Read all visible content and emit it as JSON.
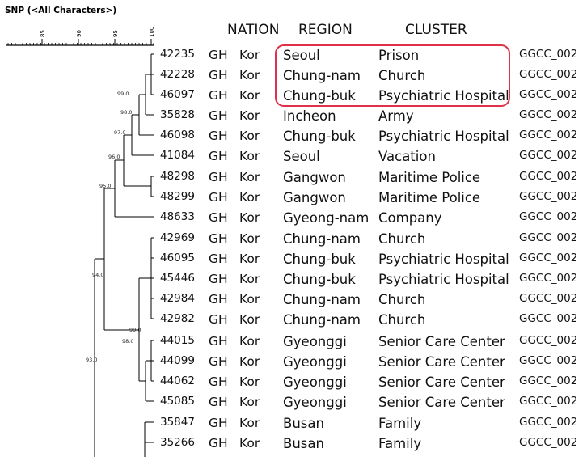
{
  "title": "SNP (<All Characters>)",
  "scale": {
    "ticks": [
      "85",
      "90",
      "95",
      "100"
    ]
  },
  "headers": {
    "nation": "NATION",
    "region": "REGION",
    "cluster": "CLUSTER"
  },
  "highlight_color": "#e0304a",
  "rows": [
    {
      "id": "42235",
      "nation": "GH",
      "country": "Kor",
      "region": "Seoul",
      "cluster": "Prison",
      "ggcc": "GGCC_002"
    },
    {
      "id": "42228",
      "nation": "GH",
      "country": "Kor",
      "region": "Chung-nam",
      "cluster": "Church",
      "ggcc": "GGCC_002"
    },
    {
      "id": "46097",
      "nation": "GH",
      "country": "Kor",
      "region": "Chung-buk",
      "cluster": "Psychiatric Hospital",
      "ggcc": "GGCC_002"
    },
    {
      "id": "35828",
      "nation": "GH",
      "country": "Kor",
      "region": "Incheon",
      "cluster": "Army",
      "ggcc": "GGCC_002"
    },
    {
      "id": "46098",
      "nation": "GH",
      "country": "Kor",
      "region": "Chung-buk",
      "cluster": "Psychiatric Hospital",
      "ggcc": "GGCC_002"
    },
    {
      "id": "41084",
      "nation": "GH",
      "country": "Kor",
      "region": "Seoul",
      "cluster": "Vacation",
      "ggcc": "GGCC_002"
    },
    {
      "id": "48298",
      "nation": "GH",
      "country": "Kor",
      "region": "Gangwon",
      "cluster": "Maritime Police",
      "ggcc": "GGCC_002"
    },
    {
      "id": "48299",
      "nation": "GH",
      "country": "Kor",
      "region": "Gangwon",
      "cluster": "Maritime Police",
      "ggcc": "GGCC_002"
    },
    {
      "id": "48633",
      "nation": "GH",
      "country": "Kor",
      "region": "Gyeong-nam",
      "cluster": "Company",
      "ggcc": "GGCC_002"
    },
    {
      "id": "42969",
      "nation": "GH",
      "country": "Kor",
      "region": "Chung-nam",
      "cluster": "Church",
      "ggcc": "GGCC_002"
    },
    {
      "id": "46095",
      "nation": "GH",
      "country": "Kor",
      "region": "Chung-buk",
      "cluster": "Psychiatric Hospital",
      "ggcc": "GGCC_002"
    },
    {
      "id": "45446",
      "nation": "GH",
      "country": "Kor",
      "region": "Chung-buk",
      "cluster": "Psychiatric Hospital",
      "ggcc": "GGCC_002"
    },
    {
      "id": "42984",
      "nation": "GH",
      "country": "Kor",
      "region": "Chung-nam",
      "cluster": "Church",
      "ggcc": "GGCC_002"
    },
    {
      "id": "42982",
      "nation": "GH",
      "country": "Kor",
      "region": "Chung-nam",
      "cluster": "Church",
      "ggcc": "GGCC_002"
    },
    {
      "id": "44015",
      "nation": "GH",
      "country": "Kor",
      "region": "Gyeonggi",
      "cluster": "Senior Care Center",
      "ggcc": "GGCC_002"
    },
    {
      "id": "44099",
      "nation": "GH",
      "country": "Kor",
      "region": "Gyeonggi",
      "cluster": "Senior Care Center",
      "ggcc": "GGCC_002"
    },
    {
      "id": "44062",
      "nation": "GH",
      "country": "Kor",
      "region": "Gyeonggi",
      "cluster": "Senior Care Center",
      "ggcc": "GGCC_002"
    },
    {
      "id": "45085",
      "nation": "GH",
      "country": "Kor",
      "region": "Gyeonggi",
      "cluster": "Senior Care Center",
      "ggcc": "GGCC_002"
    },
    {
      "id": "35847",
      "nation": "GH",
      "country": "Kor",
      "region": "Busan",
      "cluster": "Family",
      "ggcc": "GGCC_002"
    },
    {
      "id": "35266",
      "nation": "GH",
      "country": "Kor",
      "region": "Busan",
      "cluster": "Family",
      "ggcc": "GGCC_002"
    }
  ],
  "node_labels": [
    "99.0",
    "98.0",
    "97.0",
    "96.0",
    "95.0",
    "94.0",
    "99.0",
    "98.0",
    "93.0"
  ]
}
